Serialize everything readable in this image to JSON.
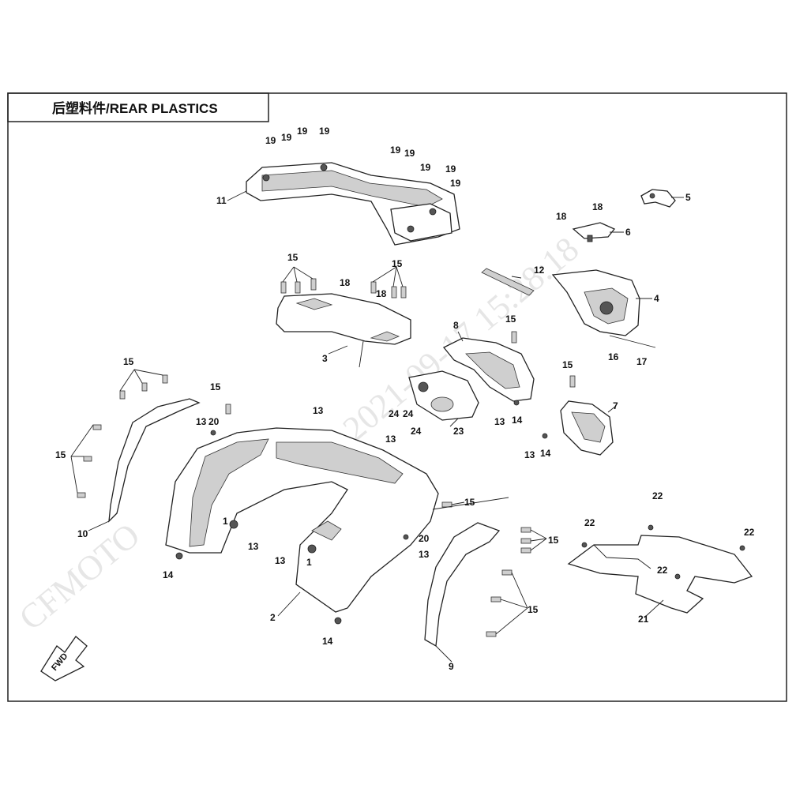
{
  "diagram": {
    "title": "后塑料件/REAR PLASTICS",
    "watermark_brand": "CFMOTO",
    "watermark_stamp": "2021-09-17 15:28:18",
    "fwd_label": "FWD",
    "callouts": {
      "c1": "1",
      "c2": "2",
      "c3": "3",
      "c4": "4",
      "c5": "5",
      "c6": "6",
      "c7": "7",
      "c8": "8",
      "c9": "9",
      "c10": "10",
      "c11": "11",
      "c12": "12",
      "c13": "13",
      "c14": "14",
      "c15": "15",
      "c16": "16",
      "c17": "17",
      "c18": "18",
      "c19": "19",
      "c20": "20",
      "c21": "21",
      "c22": "22",
      "c23": "23",
      "c24": "24"
    }
  }
}
